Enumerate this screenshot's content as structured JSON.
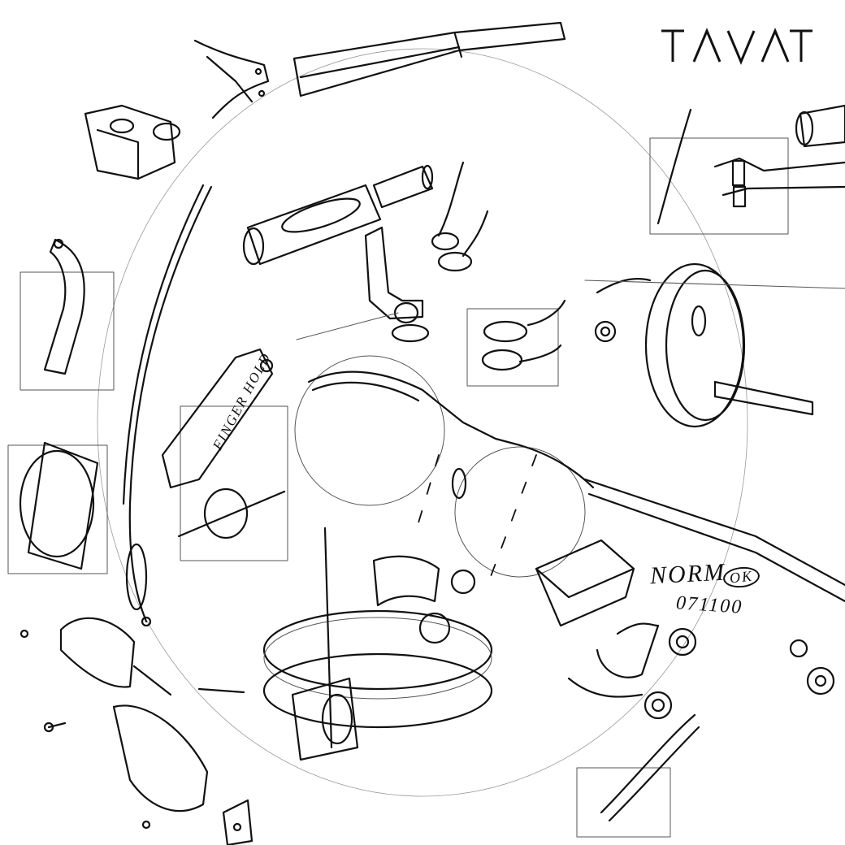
{
  "brand": {
    "logo_text": "TAVAT"
  },
  "annotations": {
    "norm": "NORM",
    "ok": "OK",
    "code": "071100",
    "finger_hold": "FINGER HOLD"
  }
}
